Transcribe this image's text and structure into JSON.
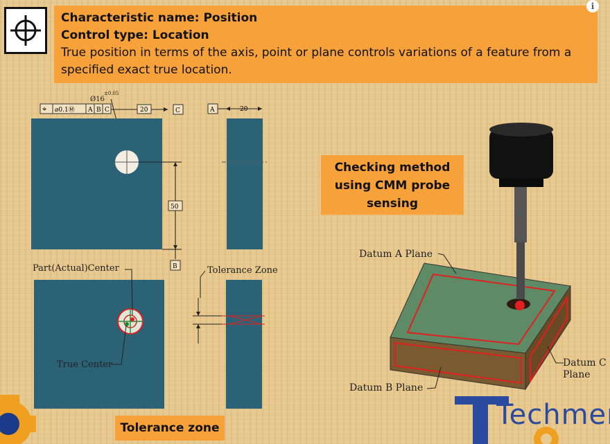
{
  "banner": {
    "line1": "Characteristic name: Position",
    "line2": "Control type: Location",
    "line3": "True position in terms of the axis, point or plane controls variations of a feature from a",
    "line4": "specified exact true location."
  },
  "info_icon": "i",
  "checking_method": {
    "line1": "Checking method",
    "line2": "using CMM probe",
    "line3": "sensing"
  },
  "tolerance_zone_box": "Tolerance zone",
  "drawing": {
    "fcf": {
      "symbol": "⌖",
      "tolerance": "⌀0.1Ⓜ",
      "datums": [
        "A",
        "B",
        "C"
      ]
    },
    "hole_dim": "Ø16",
    "hole_tol": "±0.05",
    "dim_20_top": "20",
    "datum_c": "C",
    "datum_a": "A",
    "dim_20_side": "20",
    "dim_50": "50",
    "datum_b": "B",
    "part_center_label": "Part(Actual)Center",
    "true_center_label": "True Center",
    "tolerance_zone_label": "Tolerance Zone"
  },
  "cmm": {
    "datum_a_plane": "Datum A Plane",
    "datum_b_plane": "Datum B Plane",
    "datum_c_line1": "Datum C",
    "datum_c_line2": "Plane"
  },
  "watermark": "Techmen",
  "colors": {
    "banner": "#f6a13a",
    "plate": "#2c6276",
    "block_top": "#5f8a66",
    "block_side": "#7a5a30",
    "datum_line": "#e02020"
  }
}
